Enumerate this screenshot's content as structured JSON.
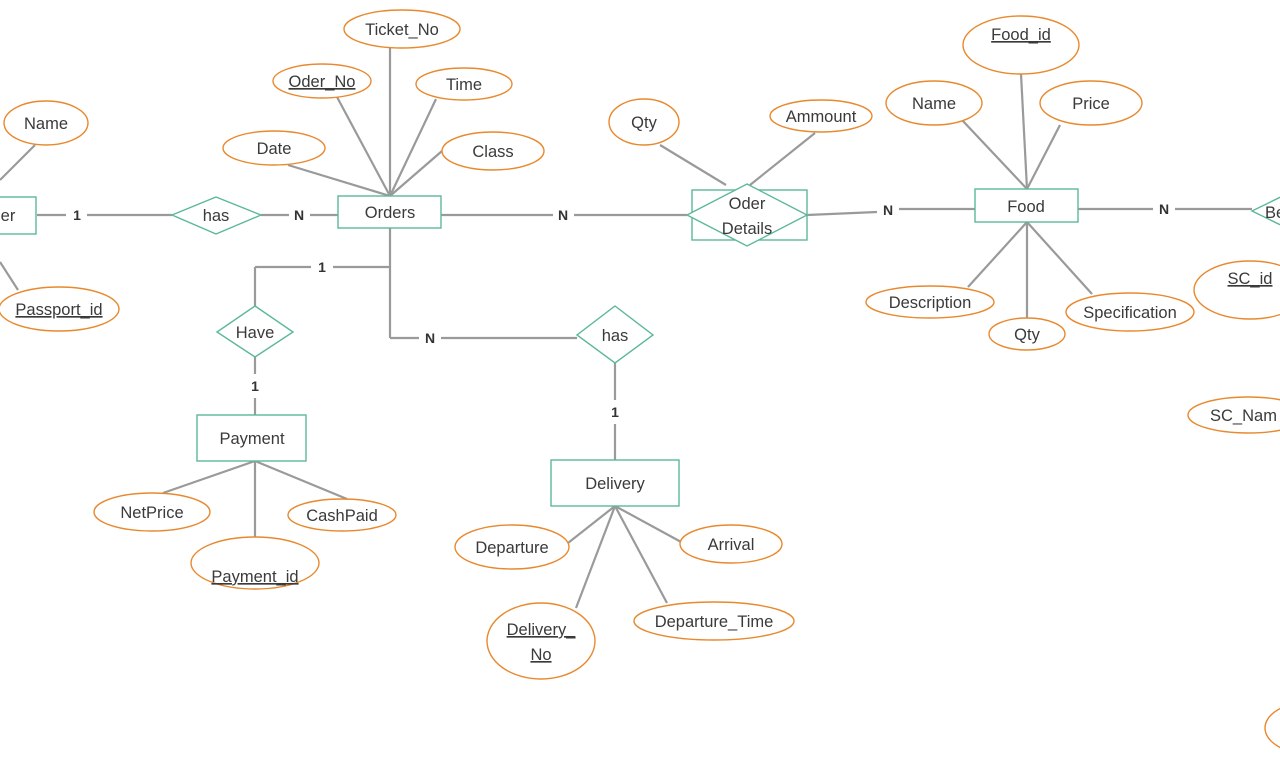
{
  "colors": {
    "attribute_border": "#e8892e",
    "entity_border": "#5cb89a",
    "relationship_border": "#5cb89a",
    "connector": "#9a9a9a",
    "text": "#3a3a3a"
  },
  "entities": {
    "customer_partial": "er",
    "orders": "Orders",
    "payment": "Payment",
    "delivery": "Delivery",
    "food": "Food"
  },
  "relationships": {
    "has_customer_orders": "has",
    "have_orders_payment": "Have",
    "has_orders_delivery": "has",
    "oder_details_line1": "Oder",
    "oder_details_line2": "Details",
    "belongs_partial": "Be"
  },
  "attributes": {
    "customer_name": "Name",
    "customer_passport_id": "Passport_id",
    "orders_ticket_no": "Ticket_No",
    "orders_oder_no": "Oder_No",
    "orders_time": "Time",
    "orders_date": "Date",
    "orders_class": "Class",
    "oder_details_qty": "Qty",
    "oder_details_ammount": "Ammount",
    "food_food_id": "Food_id",
    "food_name": "Name",
    "food_price": "Price",
    "food_description": "Description",
    "food_qty": "Qty",
    "food_specification": "Specification",
    "sc_id": "SC_id",
    "sc_name_partial": "SC_Nam",
    "payment_netprice": "NetPrice",
    "payment_cashpaid": "CashPaid",
    "payment_payment_id": "Payment_id",
    "delivery_departure": "Departure",
    "delivery_arrival": "Arrival",
    "delivery_departure_time": "Departure_Time",
    "delivery_no_line1": "Delivery_",
    "delivery_no_line2": "No"
  },
  "cardinalities": {
    "customer_has": "1",
    "has_orders": "N",
    "orders_oder_details": "N",
    "oder_details_food": "N",
    "food_belongs": "N",
    "orders_have": "1",
    "have_payment": "1",
    "orders_has_delivery": "N",
    "has_delivery": "1"
  }
}
